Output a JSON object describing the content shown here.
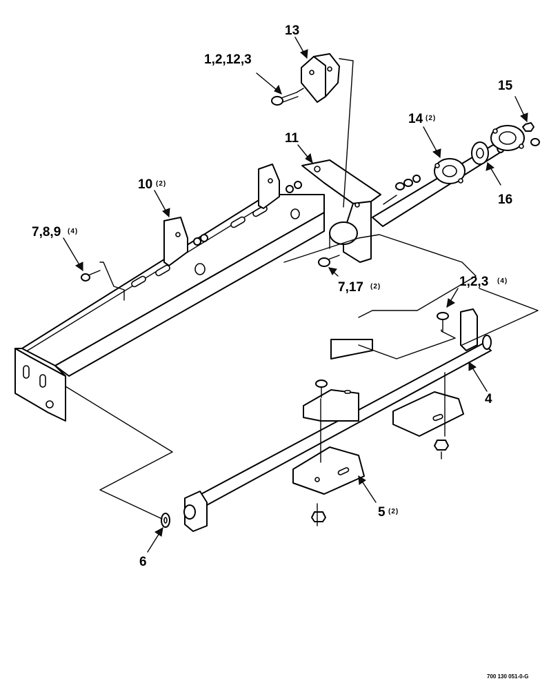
{
  "callouts": {
    "c13": {
      "text": "13"
    },
    "c1_2_12_3": {
      "text": "1,2,12,3"
    },
    "c15": {
      "text": "15"
    },
    "c14": {
      "text": "14",
      "qty": "(2)"
    },
    "c11": {
      "text": "11"
    },
    "c10": {
      "text": "10",
      "qty": "(2)"
    },
    "c16": {
      "text": "16"
    },
    "c7_8_9": {
      "text": "7,8,9",
      "qty": "(4)"
    },
    "c7_17": {
      "text": "7,17",
      "qty": "(2)"
    },
    "c1_2_3": {
      "text": "1,2,3",
      "qty": "(4)"
    },
    "c4": {
      "text": "4"
    },
    "c5": {
      "text": "5",
      "qty": "(2)"
    },
    "c6": {
      "text": "6"
    }
  },
  "drawing_code": "700 130 051-0-G"
}
